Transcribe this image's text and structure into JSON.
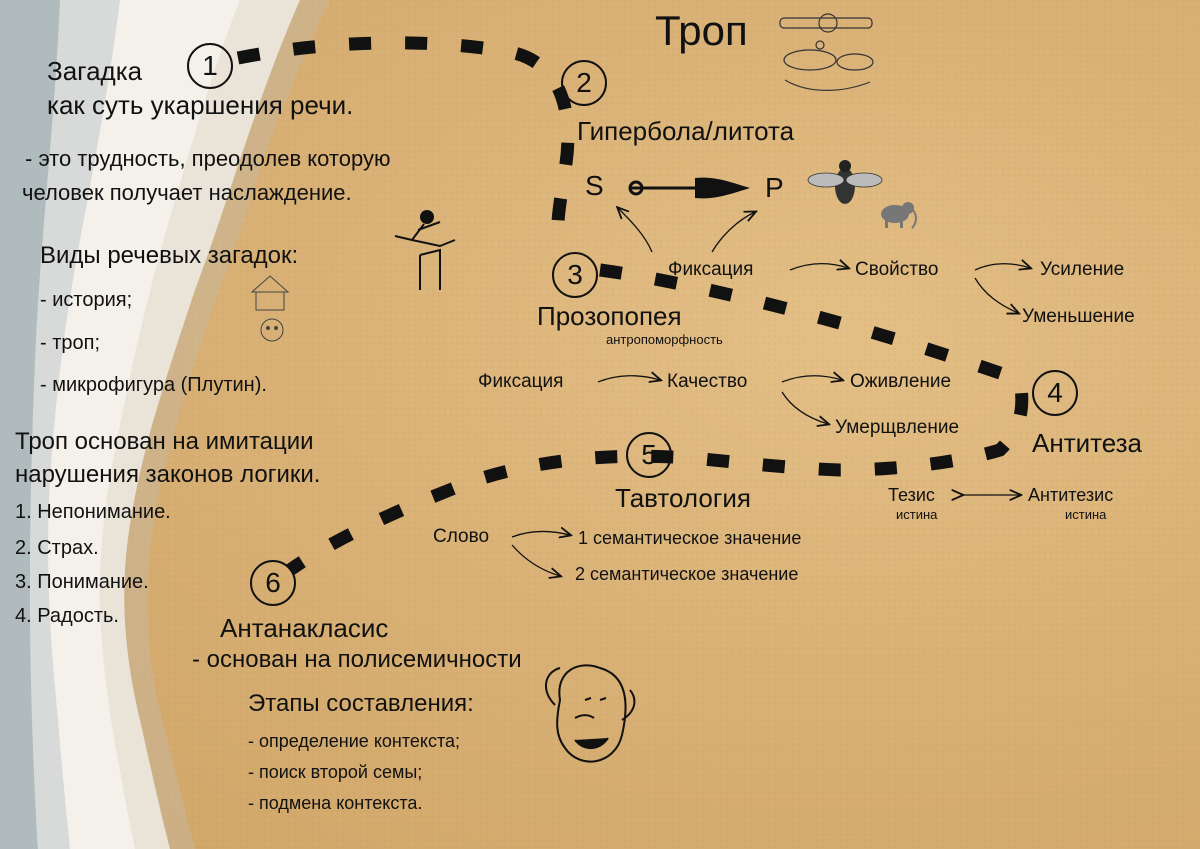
{
  "title": "Троп",
  "steps": [
    {
      "num": "1",
      "name": "Загадка",
      "subtitle": "как суть укаршения речи."
    },
    {
      "num": "2",
      "name": "Гипербола/литота"
    },
    {
      "num": "3",
      "name": "Прозопопея",
      "note": "антропоморфность"
    },
    {
      "num": "4",
      "name": "Антитеза"
    },
    {
      "num": "5",
      "name": "Тавтология"
    },
    {
      "num": "6",
      "name": "Антанакласис",
      "note": "- основан на полисемичности"
    }
  ],
  "riddle": {
    "definition_line1": "- это трудность, преодолев которую",
    "definition_line2": "человек получает наслаждение.",
    "kinds_heading": "Виды речевых загадок:",
    "kinds": [
      "- история;",
      "- троп;",
      "- микрофигура (Плутин)."
    ]
  },
  "trope_logic": {
    "line1": "Троп основан на имитации",
    "line2": "нарушения законов логики.",
    "stages": [
      "1. Непонимание.",
      "2. Страх.",
      "3. Понимание.",
      "4. Радость."
    ]
  },
  "hyperbole": {
    "s": "S",
    "p": "P",
    "fixation": "Фиксация",
    "property": "Свойство",
    "increase": "Усиление",
    "decrease": "Уменьшение"
  },
  "prosopopoeia": {
    "fixation": "Фиксация",
    "quality": "Качество",
    "animation": "Оживление",
    "deadening": "Умерщвление"
  },
  "antithesis": {
    "thesis": "Тезис",
    "thesis_note": "истина",
    "antithesis": "Антитезис",
    "antithesis_note": "истина"
  },
  "tautology": {
    "word": "Слово",
    "meaning1": "1 семантическое значение",
    "meaning2": "2 семантическое значение"
  },
  "antanaclasis": {
    "stages_heading": "Этапы составления:",
    "stages": [
      "- определение контекста;",
      "- поиск второй семы;",
      "- подмена контекста."
    ]
  },
  "colors": {
    "sand": "#d9b176",
    "foam": "#f2ede4",
    "ink": "#111111"
  }
}
